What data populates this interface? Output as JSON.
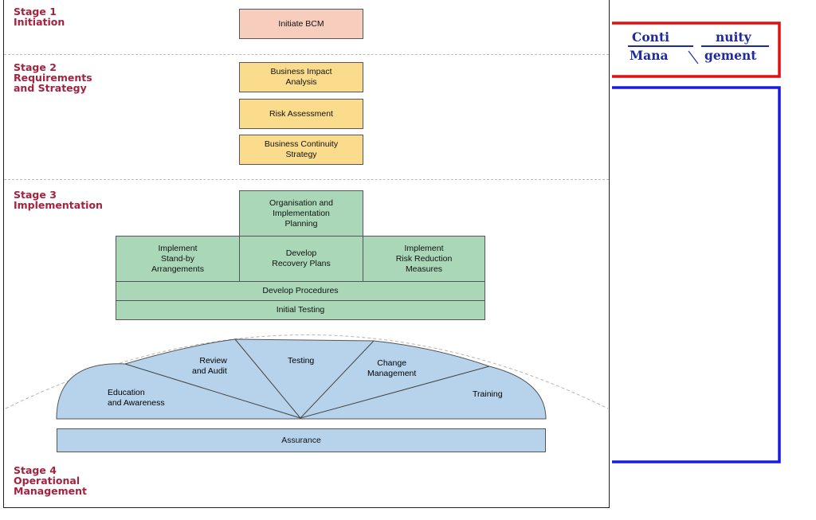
{
  "stages": {
    "s1": "Stage 1\nInitiation",
    "s2": "Stage 2\nRequirements\nand Strategy",
    "s3": "Stage 3\nImplementation",
    "s4": "Stage 4\nOperational\nManagement"
  },
  "boxes": {
    "initiate": "Initiate BCM",
    "bia": "Business Impact\nAnalysis",
    "risk": "Risk Assessment",
    "bcs": "Business Continuity\nStrategy",
    "org": "Organisation and\nImplementation\nPlanning",
    "standby": "Implement\nStand-by\nArrangements",
    "recovery": "Develop\nRecovery Plans",
    "riskred": "Implement\nRisk Reduction\nMeasures",
    "procedures": "Develop Procedures",
    "testing": "Initial Testing",
    "assurance": "Assurance"
  },
  "fan": {
    "education": "Education\nand Awareness",
    "review": "Review\nand Audit",
    "testing": "Testing",
    "change": "Change\nManagement",
    "training": "Training"
  },
  "side_label": {
    "w1": "Conti",
    "w2": "nuity",
    "w3": "Mana",
    "w4": "gement"
  },
  "colors": {
    "stage_text": "#a3233f",
    "initiation_box": "#f7cdbd",
    "strategy_box": "#fbdc8c",
    "implementation_box": "#a9d7b8",
    "operational_box": "#b7d3ec",
    "bracket_red": "#e01010",
    "bracket_blue": "#1a1ae0",
    "side_text": "#1f2b9c"
  }
}
